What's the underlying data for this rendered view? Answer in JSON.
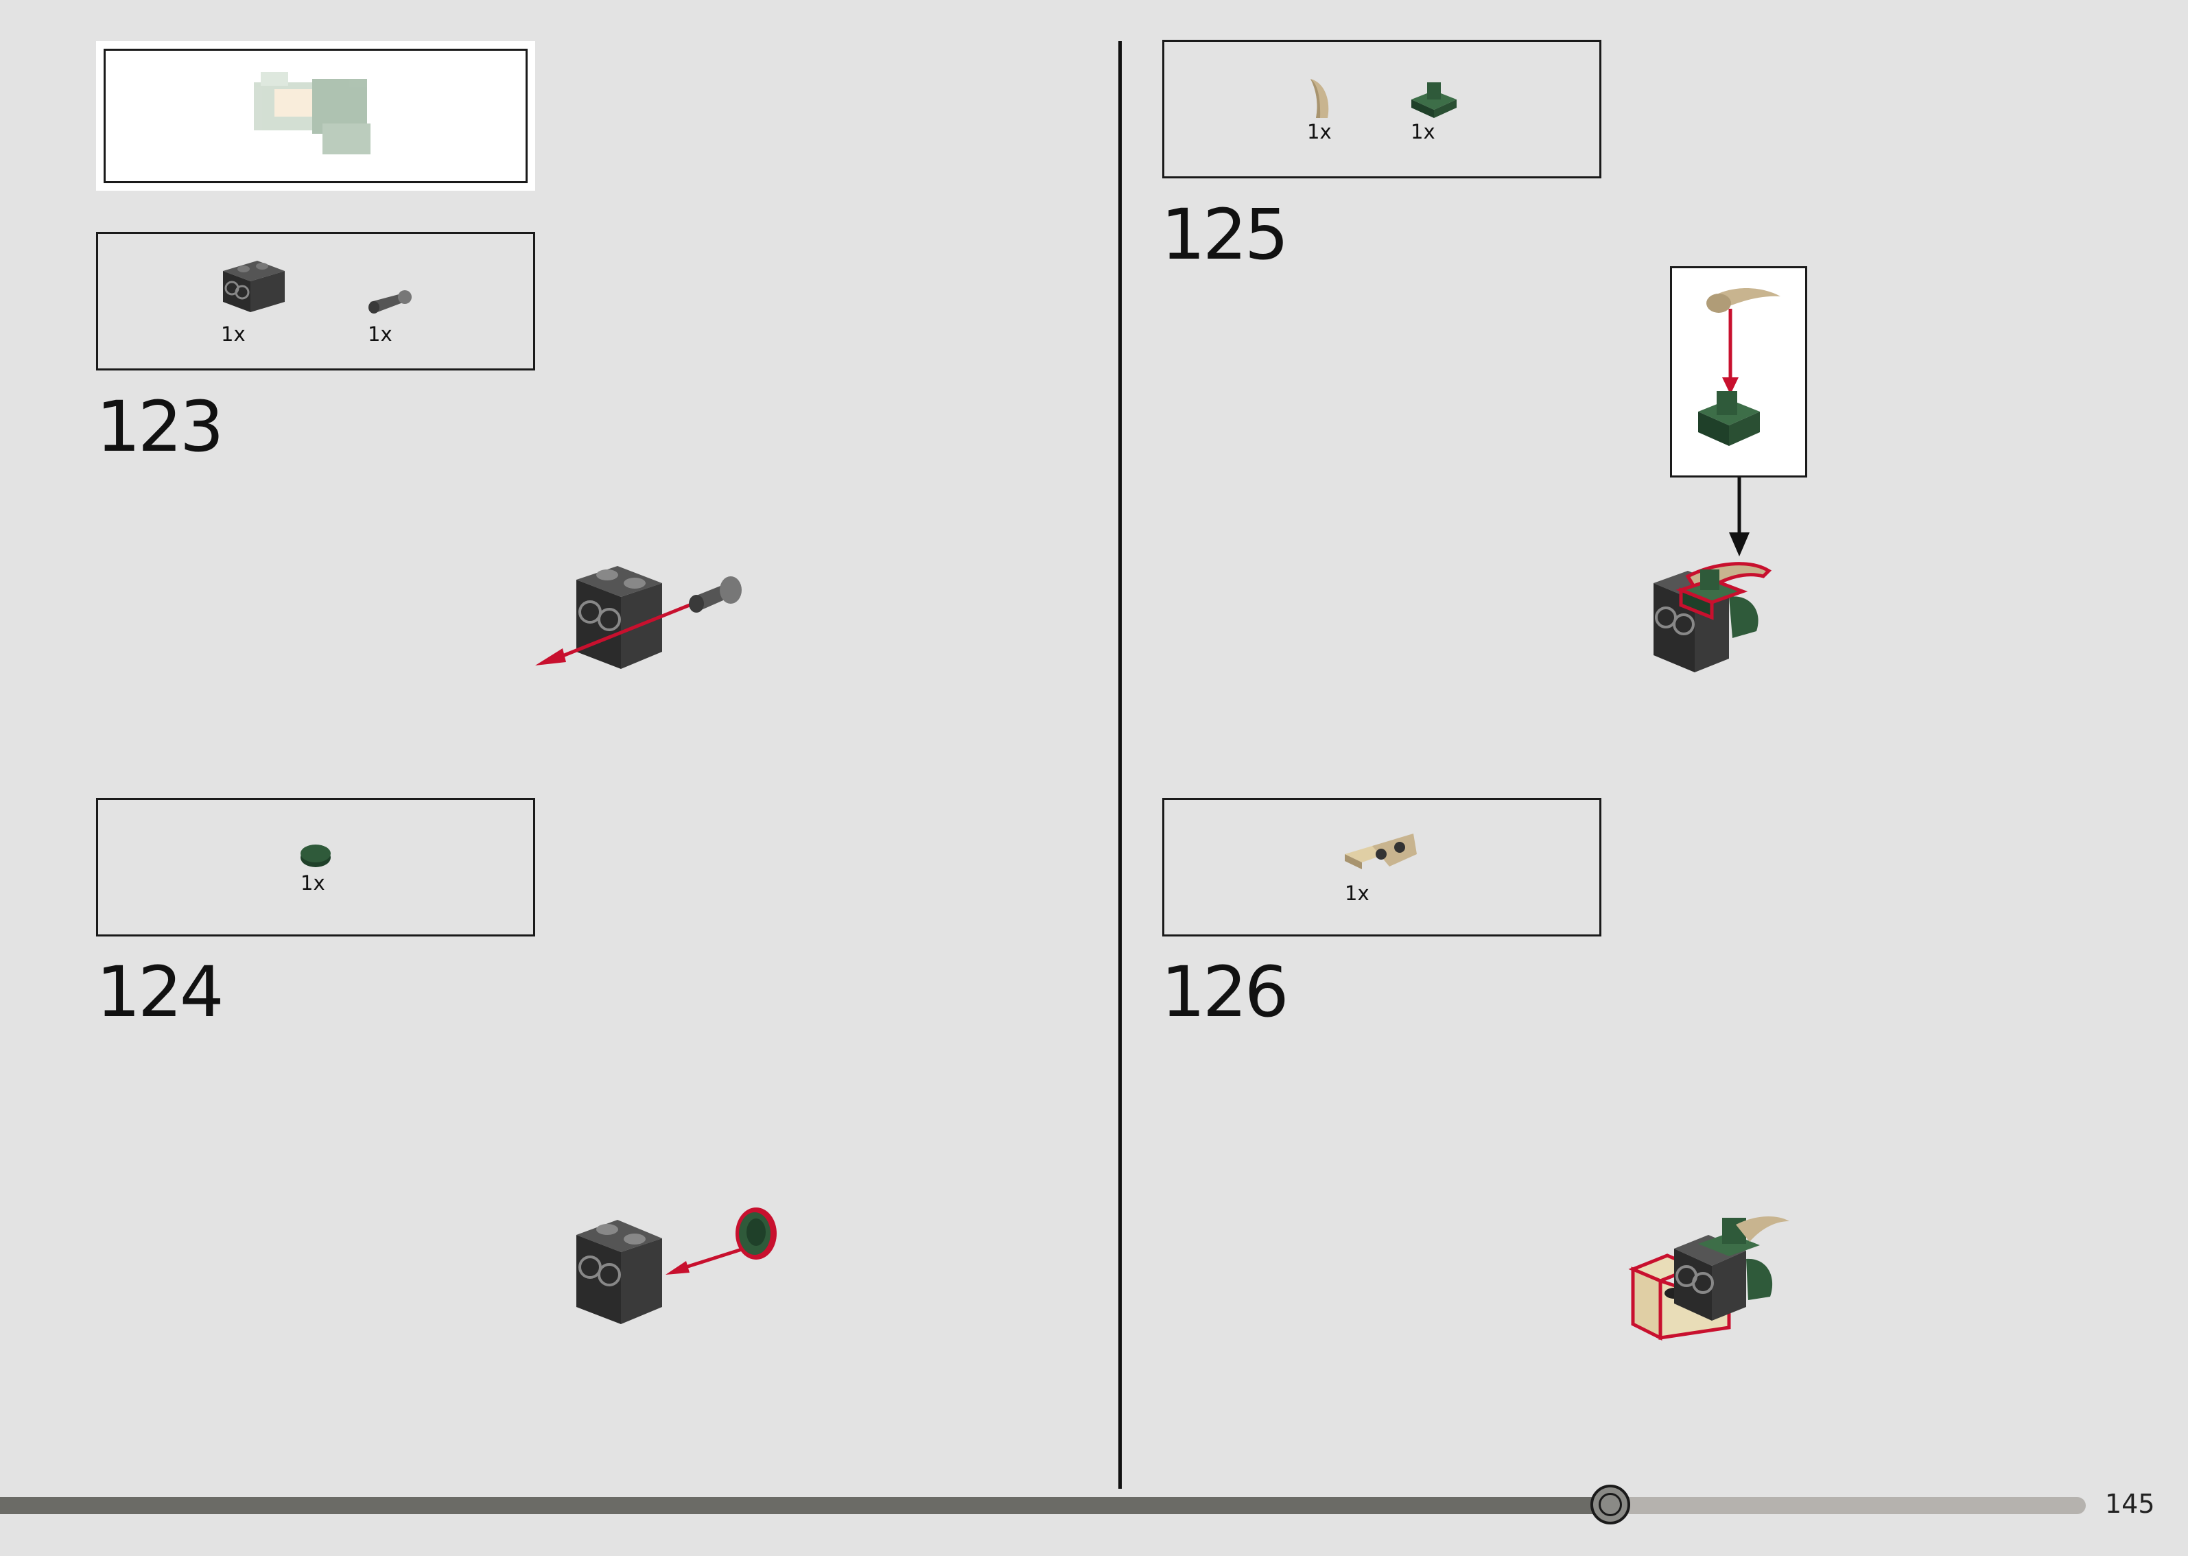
{
  "steps": [
    {
      "number": "123",
      "parts": [
        {
          "qty": "1x",
          "icon": "black-technic-brick-1x2-icon"
        },
        {
          "qty": "1x",
          "icon": "dark-grey-pin-icon"
        }
      ]
    },
    {
      "number": "124",
      "parts": [
        {
          "qty": "1x",
          "icon": "dark-green-round-tile-icon"
        }
      ]
    },
    {
      "number": "125",
      "parts": [
        {
          "qty": "1x",
          "icon": "tan-horn-icon"
        },
        {
          "qty": "1x",
          "icon": "dark-green-clip-plate-icon"
        }
      ]
    },
    {
      "number": "126",
      "parts": [
        {
          "qty": "1x",
          "icon": "tan-bracket-icon"
        }
      ]
    }
  ],
  "page_number": "145",
  "progress": 0.737,
  "colors": {
    "background": "#e3e3e3",
    "black_brick": "#2b2b2b",
    "dark_green": "#2f5a3a",
    "tan": "#c8b48f",
    "highlight_red": "#c8102e",
    "progress_fill": "#6b6b66",
    "progress_track": "#b5b2ae"
  }
}
